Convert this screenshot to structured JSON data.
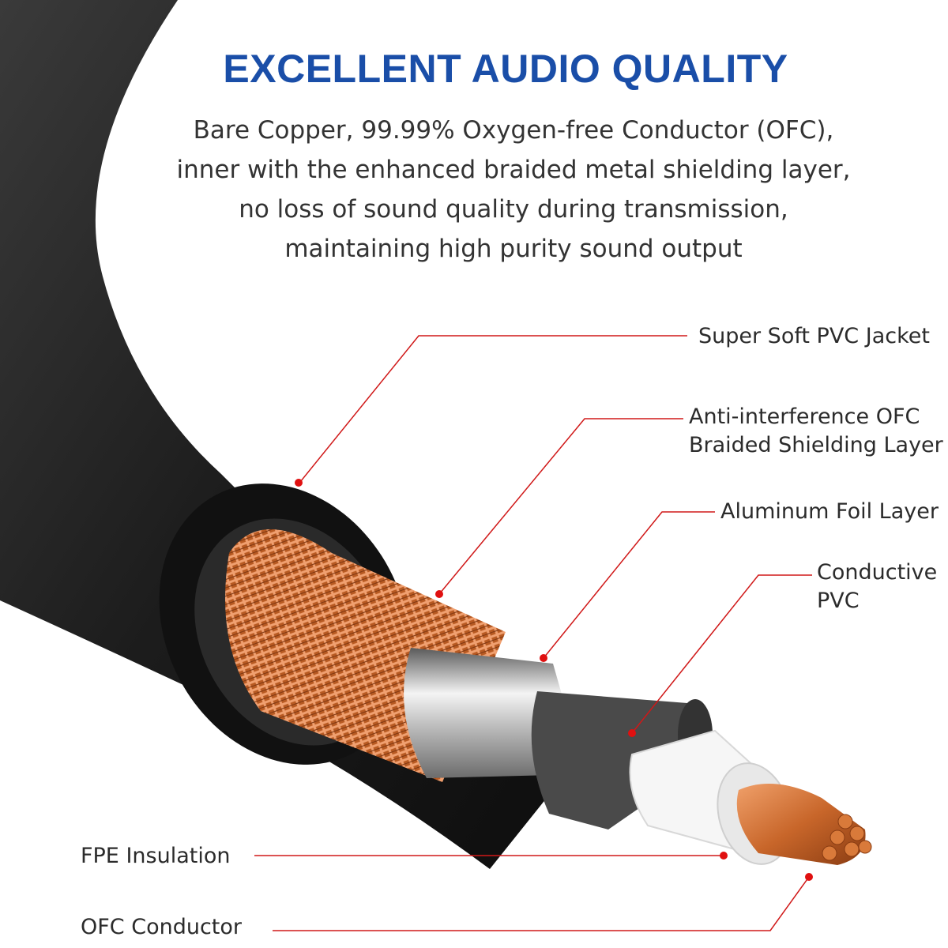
{
  "heading": {
    "title": "EXCELLENT AUDIO QUALITY",
    "lines": [
      "Bare Copper, 99.99% Oxygen-free Conductor (OFC),",
      "inner with the enhanced braided metal shielding layer,",
      "no loss of sound quality during transmission,",
      "maintaining high purity sound output"
    ]
  },
  "colors": {
    "title": "#1a4ea8",
    "leader_line": "#d01818",
    "jacket": "#1d1d1d",
    "copper": "#c8662a"
  },
  "callouts": {
    "jacket": [
      "Super Soft PVC Jacket"
    ],
    "braid": [
      "Anti-interference OFC",
      "Braided Shielding Layer"
    ],
    "foil": [
      "Aluminum Foil Layer"
    ],
    "conductive_pvc": [
      "Conductive",
      "PVC"
    ],
    "fpe": [
      "FPE Insulation"
    ],
    "ofc": [
      "OFC Conductor"
    ]
  }
}
